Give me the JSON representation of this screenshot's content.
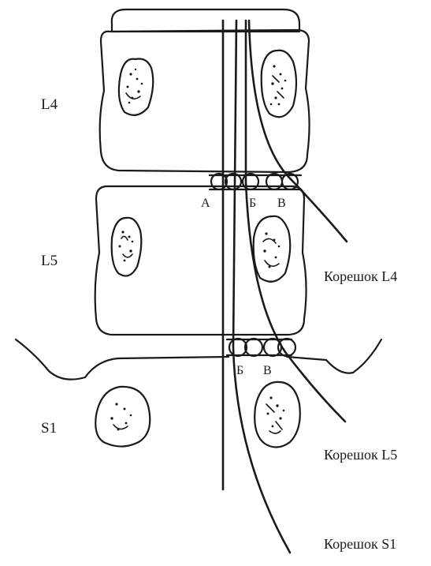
{
  "vertebra_labels": {
    "l4": "L4",
    "l5": "L5",
    "s1": "S1"
  },
  "root_labels": {
    "l4": "Корешок L4",
    "l5": "Корешок L5",
    "s1": "Корешок S1"
  },
  "position_labels": {
    "upper": {
      "a": "А",
      "b": "Б",
      "v": "В"
    },
    "lower": {
      "b": "Б",
      "v": "В"
    }
  }
}
